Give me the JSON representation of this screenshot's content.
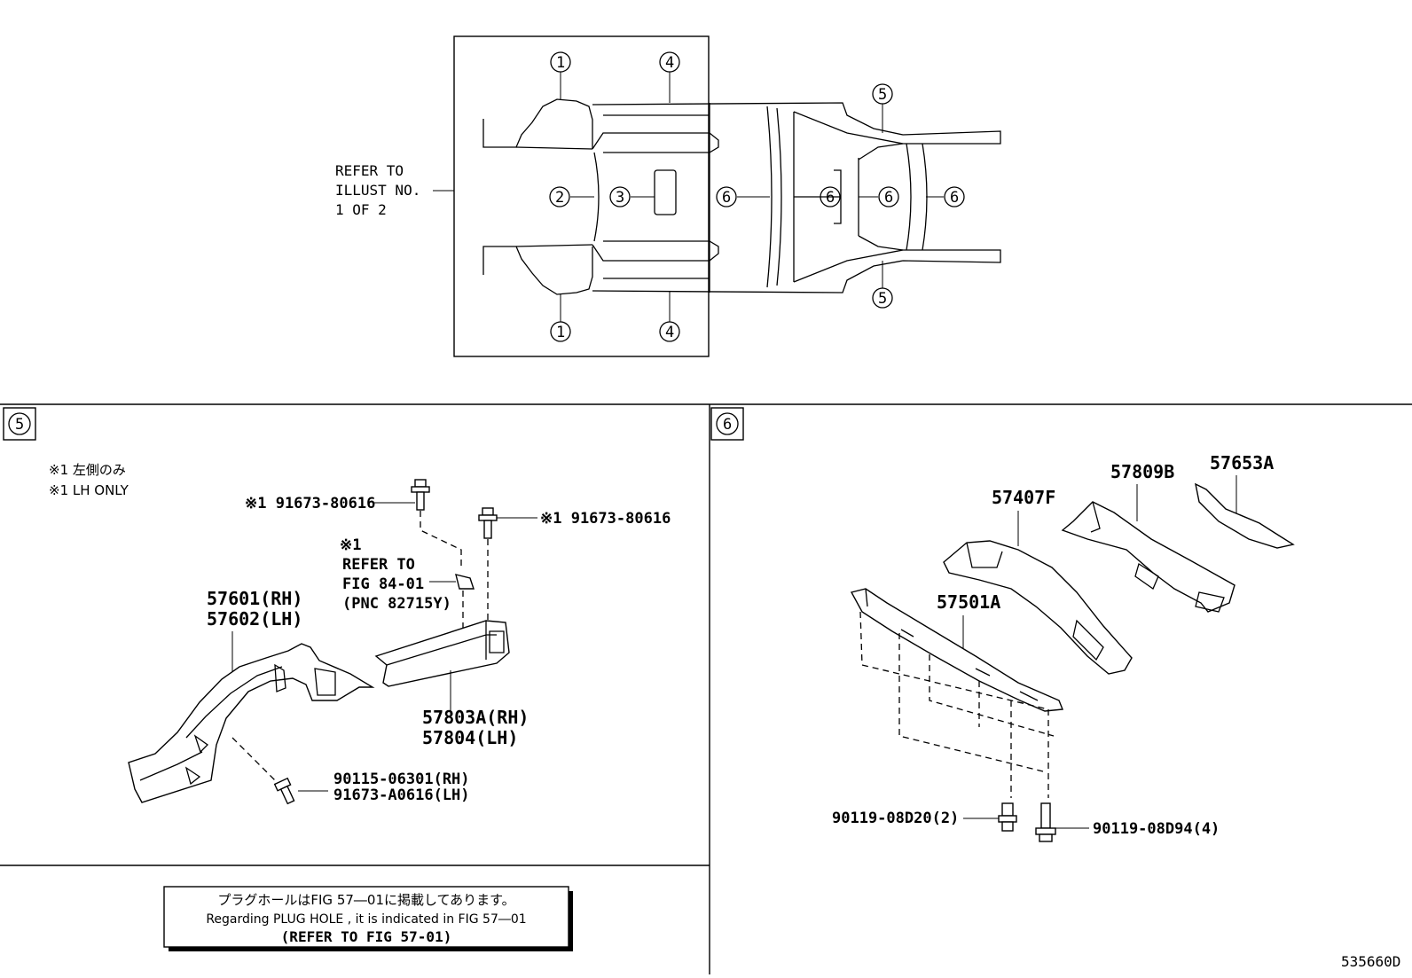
{
  "overview": {
    "refer_note": [
      "REFER TO",
      "ILLUST NO.",
      "1 OF 2"
    ],
    "callouts": [
      "1",
      "4",
      "5",
      "2",
      "3",
      "6",
      "6",
      "6",
      "6",
      "1",
      "4",
      "5"
    ]
  },
  "section5": {
    "badge": "5",
    "note_jp": "※1 左側のみ",
    "note_en": "※1 LH ONLY",
    "bolt_top_left": "※1 91673-80616",
    "bolt_top_right": "※1 91673-80616",
    "refer_fig": [
      "※1",
      "REFER TO",
      "FIG 84-01",
      "(PNC 82715Y)"
    ],
    "part_rail": [
      "57601(RH)",
      "57602(LH)"
    ],
    "part_member": [
      "57803A(RH)",
      "57804(LH)"
    ],
    "part_bolt": [
      "90115-06301(RH)",
      "91673-A0616(LH)"
    ]
  },
  "section6": {
    "badge": "6",
    "part_57653A": "57653A",
    "part_57809B": "57809B",
    "part_57407F": "57407F",
    "part_57501A": "57501A",
    "bolt_left": "90119-08D20(2)",
    "bolt_right": "90119-08D94(4)"
  },
  "plug_hole_note": {
    "jp": "プラグホールはFIG 57―01に掲載してあります。",
    "en": "Regarding PLUG HOLE , it is indicated in FIG 57―01",
    "ref": "(REFER TO FIG 57-01)"
  },
  "figure_id": "535660D"
}
